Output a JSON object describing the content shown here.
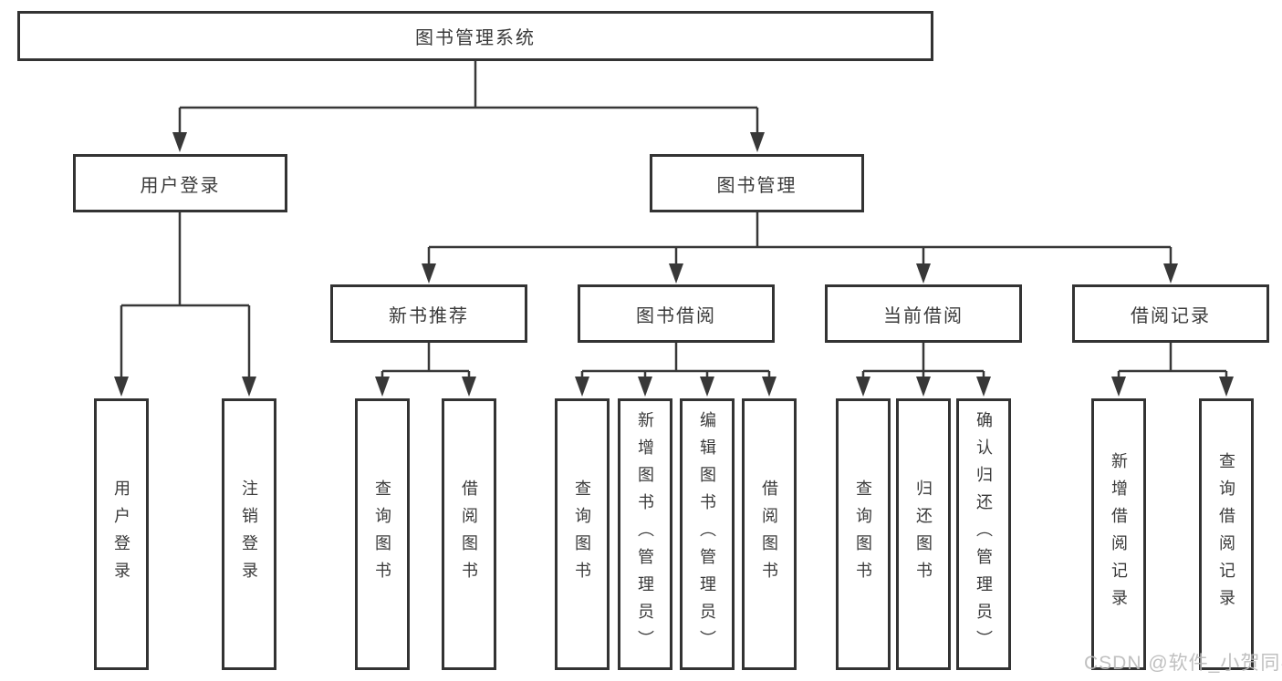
{
  "diagram": {
    "root": "图书管理系统",
    "level2": {
      "user_login": "用户登录",
      "book_management": "图书管理"
    },
    "level3": {
      "new_book_recommend": "新书推荐",
      "book_borrowing": "图书借阅",
      "current_borrowing": "当前借阅",
      "borrowing_records": "借阅记录"
    },
    "leaves": {
      "user_login": "用户登录",
      "logout": "注销登录",
      "nb_query_books": "查询图书",
      "nb_borrow_books": "借阅图书",
      "bb_query_books": "查询图书",
      "bb_add_books_admin": "新增图书（管理员）",
      "bb_edit_books_admin": "编辑图书（管理员）",
      "bb_borrow_books": "借阅图书",
      "cb_query_books": "查询图书",
      "cb_return_books": "归还图书",
      "cb_confirm_return_admin": "确认归还（管理员）",
      "br_add_record": "新增借阅记录",
      "br_query_record": "查询借阅记录"
    }
  },
  "watermark": "CSDN @软件_小贺同学",
  "colors": {
    "line": "#383838",
    "box_border": "#333333",
    "text": "#3a3a3a",
    "watermark": "#bbbbbb",
    "background": "#ffffff"
  }
}
